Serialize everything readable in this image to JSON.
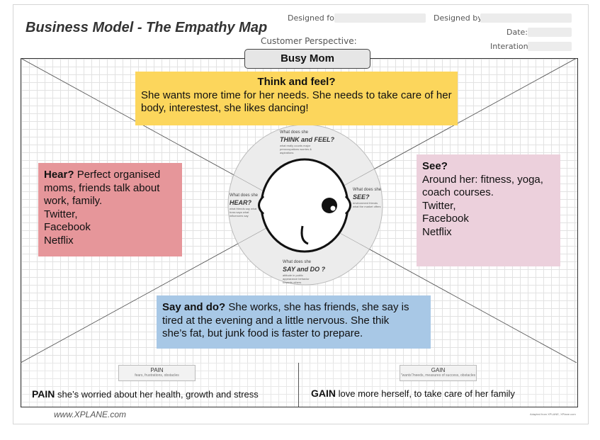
{
  "header": {
    "title": "Business Model - The Empathy Map",
    "designed_for_label": "Designed for:",
    "designed_by_label": "Designed by:",
    "date_label": "Date:",
    "iteration_label": "Interation:",
    "perspective_label": "Customer Perspective:",
    "persona": "Busy Mom"
  },
  "center": {
    "think_prompt_small": "What does she",
    "think_prompt_big": "THINK and FEEL?",
    "think_sub": "what really counts major preoccupations worries & aspirations",
    "hear_prompt_small": "What does she",
    "hear_prompt_big": "HEAR?",
    "hear_sub": "what friends say what boss says what influencers say",
    "see_prompt_small": "What does she",
    "see_prompt_big": "SEE?",
    "see_sub": "environment friends what the market offers",
    "say_prompt_small": "What does she",
    "say_prompt_big": "SAY and DO ?",
    "say_sub": "attitude in public appearance behavior towards others"
  },
  "notes": {
    "think": {
      "heading": "Think and feel?",
      "body": "She wants more time for her needs. She needs to take care of her body, interestest, she likes dancing!"
    },
    "hear": {
      "heading": "Hear?",
      "line1": " Perfect organised",
      "line2": "moms, friends talk about",
      "line3": "work, family.",
      "line4": "Twitter,",
      "line5": "Facebook",
      "line6": "Netflix"
    },
    "see": {
      "heading": "See?",
      "line1": "Around her:  fitness, yoga,",
      "line2": "coach courses.",
      "line3": "Twitter,",
      "line4": "Facebook",
      "line5": "Netflix"
    },
    "say": {
      "heading": "Say and do?",
      "line1": " She works, she has friends, she say is",
      "line2": "tired at the evening and a little nervous. She thik",
      "line3": "she’s fat, but junk food is faster to prepare."
    }
  },
  "pain": {
    "tag_title": "PAIN",
    "tag_sub": "fears, frustrations, obstacles",
    "label": "PAIN",
    "text": " she’s worried about her health, growth and stress"
  },
  "gain": {
    "tag_title": "GAIN",
    "tag_sub": "\"wants\"/needs, measures of success, obstacles",
    "label": "GAIN",
    "text": " love more herself, to take care of her family"
  },
  "footer": {
    "url": "www.XPLANE.com",
    "credit": "Adapted from XPLANE, XPlane.com"
  },
  "colors": {
    "think": "#fcd65c",
    "hear": "#e6969a",
    "see": "#ecd0dc",
    "say": "#a8c8e6"
  }
}
